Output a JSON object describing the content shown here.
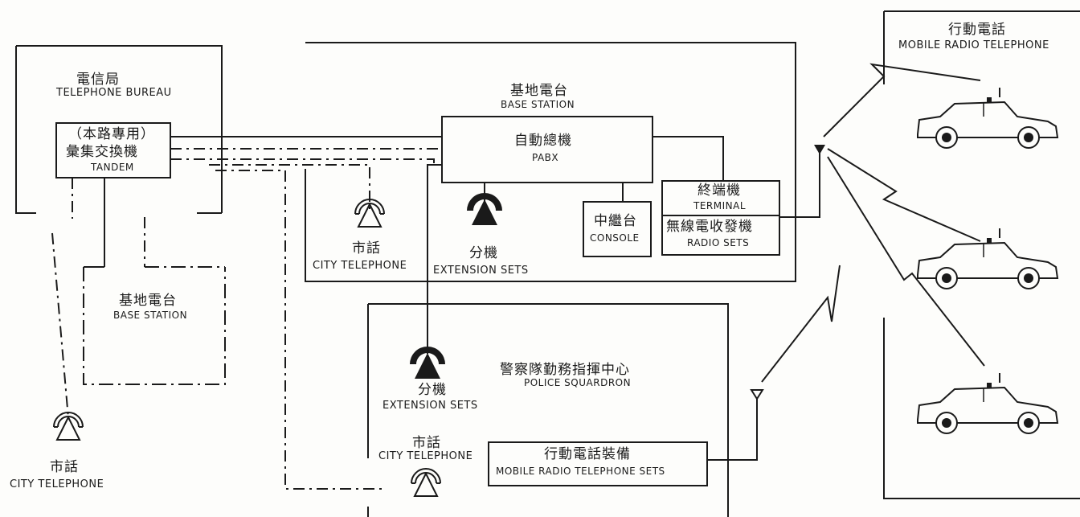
{
  "bureau": {
    "title_zh": "電信局",
    "title_en": "TELEPHONE BUREAU"
  },
  "tandem": {
    "line1": "（本路專用）",
    "line2": "彙集交換機",
    "line3": "TANDEM"
  },
  "base_station_dashed": {
    "zh": "基地電台",
    "en": "BASE STATION"
  },
  "city_phone_left": {
    "zh": "市話",
    "en": "CITY TELEPHONE"
  },
  "base_station": {
    "zh": "基地電台",
    "en": "BASE STATION"
  },
  "pabx": {
    "zh": "自動總機",
    "en": "PABX"
  },
  "city_phone_mid": {
    "zh": "市話",
    "en": "CITY TELEPHONE"
  },
  "ext_sets_mid": {
    "zh": "分機",
    "en": "EXTENSION SETS"
  },
  "console": {
    "zh": "中繼台",
    "en": "CONSOLE"
  },
  "terminal": {
    "zh": "終端機",
    "en": "TERMINAL"
  },
  "radio_sets": {
    "zh": "無線電收發機",
    "en": "RADIO SETS"
  },
  "police": {
    "zh": "警察隊勤務指揮中心",
    "en": "POLICE SQUARDRON"
  },
  "ext_sets_police": {
    "zh": "分機",
    "en": "EXTENSION SETS"
  },
  "city_phone_police": {
    "zh": "市話",
    "en": "CITY TELEPHONE"
  },
  "mobile_sets": {
    "zh": "行動電話裝備",
    "en": "MOBILE RADIO TELEPHONE SETS"
  },
  "mobile": {
    "zh": "行動電話",
    "en": "MOBILE RADIO TELEPHONE"
  }
}
